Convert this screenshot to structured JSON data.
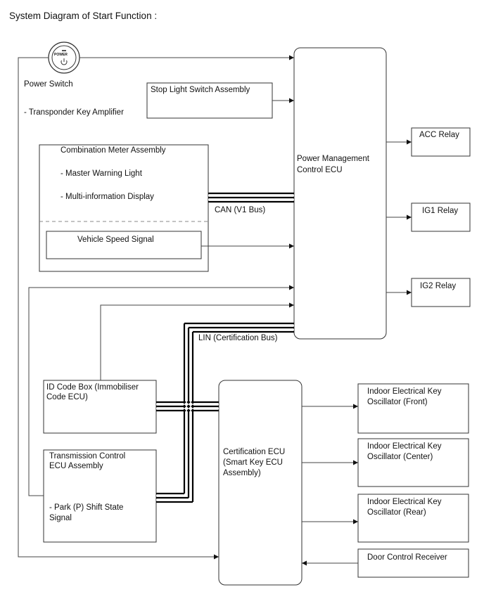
{
  "title": "System Diagram of Start Function :",
  "power_switch": {
    "button_text": "POWER",
    "label": "Power Switch",
    "note": "- Transponder Key Amplifier"
  },
  "stop_light": "Stop Light Switch Assembly",
  "combination_meter": {
    "title": "Combination Meter Assembly",
    "item1": "- Master Warning Light",
    "item2": "- Multi-information Display",
    "speed_signal": "Vehicle Speed Signal"
  },
  "can_label": "CAN (V1 Bus)",
  "lin_label": "LIN (Certification Bus)",
  "pm_ecu": {
    "line1": "Power Management",
    "line2": "Control ECU"
  },
  "relays": {
    "acc": "ACC Relay",
    "ig1": "IG1 Relay",
    "ig2": "IG2 Relay"
  },
  "id_code_box": {
    "line1": "ID Code Box (Immobiliser",
    "line2": "Code ECU)"
  },
  "transmission": {
    "line1": "Transmission Control",
    "line2": "ECU Assembly",
    "note1": "- Park (P) Shift State",
    "note2": "Signal"
  },
  "cert_ecu": {
    "line1": "Certification ECU",
    "line2": "(Smart Key ECU",
    "line3": "Assembly)"
  },
  "oscillators": {
    "front": {
      "line1": "Indoor Electrical Key",
      "line2": "Oscillator (Front)"
    },
    "center": {
      "line1": "Indoor Electrical Key",
      "line2": "Oscillator (Center)"
    },
    "rear": {
      "line1": "Indoor Electrical Key",
      "line2": "Oscillator (Rear)"
    }
  },
  "door_control": "Door Control Receiver"
}
